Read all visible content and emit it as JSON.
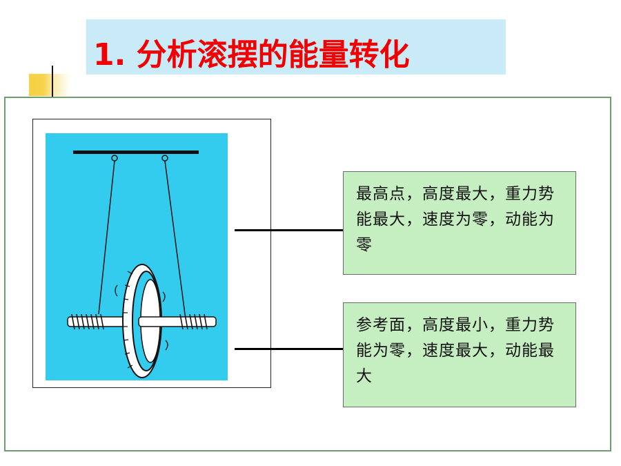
{
  "slide": {
    "title": "1. 分析滚摆的能量转化"
  },
  "notes": {
    "top": "最高点，高度最大，重力势能最大，速度为零，动能为零",
    "bottom": "参考面，高度最小，重力势能为零，速度最大，动能最大"
  },
  "colors": {
    "title_bg": "#c8ebf7",
    "title_text": "#f00000",
    "illustration_bg": "#33ccee",
    "note_bg": "#c6efc1",
    "frame_border": "#6e9e6e"
  },
  "icons": {
    "illustration": "maxwell-pendulum-icon",
    "accent": "square-bullet-icon"
  }
}
